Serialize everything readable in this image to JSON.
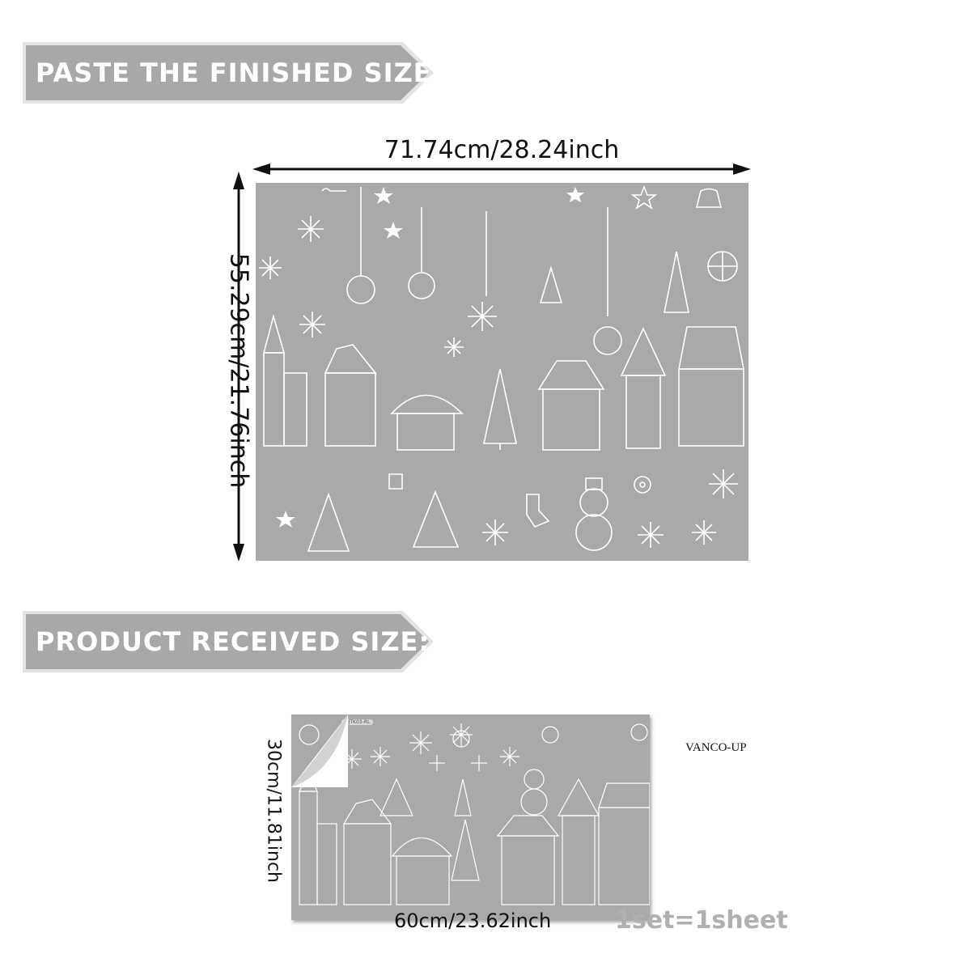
{
  "banners": {
    "finished": "PASTE THE FINISHED SIZE:",
    "received": "PRODUCT RECEIVED SIZE:"
  },
  "finished": {
    "width_label": "71.74cm/28.24inch",
    "height_label": "55.29cm/21.76inch"
  },
  "received": {
    "height_label": "30cm/11.81inch",
    "width_label": "60cm/23.62inch",
    "set_label": "1set=1sheet",
    "brand": "VANCO-UP",
    "sku": "DJTK03-RL"
  },
  "colors": {
    "banner_fill": "#a8a8a8",
    "panel": "#a9a9a9",
    "decal": "#ffffff"
  },
  "icons": [
    "snowflake-icon",
    "star-icon",
    "ornament-icon",
    "house-icon",
    "christmas-tree-icon",
    "snowman-icon",
    "stocking-icon",
    "mitten-icon",
    "bell-icon",
    "candy-cane-icon"
  ]
}
